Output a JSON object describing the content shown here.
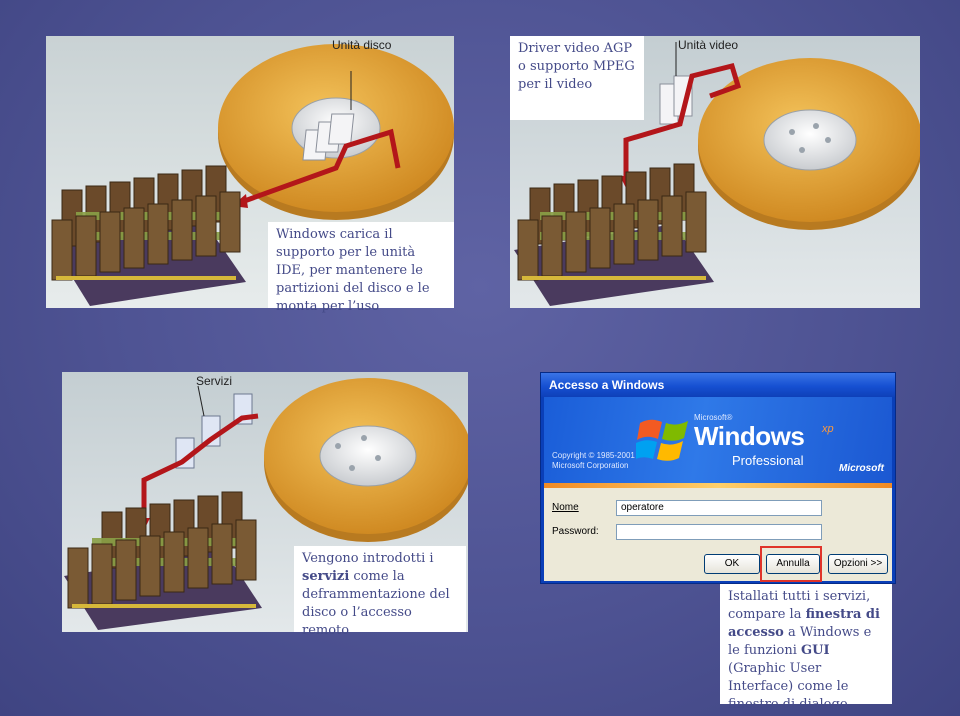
{
  "panels": {
    "p1": {
      "label": "Unità disco",
      "caption": "Windows carica il supporto per le unità IDE, per mantenere le partizioni del disco e le monta per l’uso"
    },
    "p2": {
      "label": "Unità video",
      "caption": "Driver video AGP o supporto MPEG per il video"
    },
    "p3": {
      "label": "Servizi",
      "caption_pre": "Vengono introdotti i ",
      "caption_bold": "servizi",
      "caption_post": " come la deframmentazione del disco o l’accesso remoto"
    },
    "p4": {
      "caption_1": "Istallati tutti i servizi, compare la ",
      "caption_b1": "finestra di accesso",
      "caption_2": " a Windows e le funzioni ",
      "caption_b2": "GUI",
      "caption_3": " (Graphic User Interface) come le finestre di dialogo"
    }
  },
  "login": {
    "title": "Accesso a Windows",
    "microsoft": "Microsoft®",
    "windows": "Windows",
    "xp": "xp",
    "edition": "Professional",
    "copyright": "Copyright © 1985-2001 Microsoft Corporation",
    "ms_logo": "Microsoft",
    "name_label": "Nome",
    "name_value": "operatore",
    "password_label": "Password:",
    "password_value": "",
    "ok": "OK",
    "cancel": "Annulla",
    "options": "Opzioni >>"
  },
  "colors": {
    "background": "#4e5393",
    "disk": "#e4a332",
    "wire": "#b3161a",
    "highlight": "#e0342a",
    "caption_text": "#444a88"
  }
}
